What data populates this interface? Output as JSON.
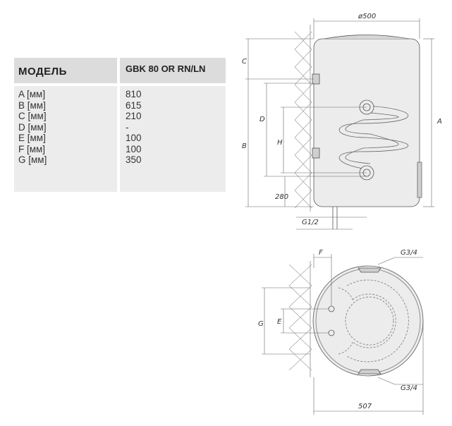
{
  "table": {
    "header_model": "МОДЕЛЬ",
    "header_product": "GBK 80 OR RN/LN",
    "rows": [
      {
        "param": "A [мм]",
        "value": "810"
      },
      {
        "param": "B [мм]",
        "value": "615"
      },
      {
        "param": "C [мм]",
        "value": "210"
      },
      {
        "param": "D [мм]",
        "value": "-"
      },
      {
        "param": "E [мм]",
        "value": "100"
      },
      {
        "param": "F [мм]",
        "value": "100"
      },
      {
        "param": "G [мм]",
        "value": "350"
      }
    ]
  },
  "side_drawing": {
    "dim_diameter": "ø500",
    "dim_A": "A",
    "dim_B": "B",
    "dim_C": "C",
    "dim_D": "D",
    "dim_H": "H",
    "dim_280": "280",
    "dim_G12": "G1/2"
  },
  "top_drawing": {
    "dim_F": "F",
    "dim_G34_top": "G3/4",
    "dim_G": "G",
    "dim_E": "E",
    "dim_G34_bottom": "G3/4",
    "dim_507": "507"
  },
  "colors": {
    "line": "#555555",
    "tank_body": "#ececec",
    "tank_dark": "#cfcfcf",
    "table_header": "#dcdcdc",
    "table_body": "#ececec"
  }
}
